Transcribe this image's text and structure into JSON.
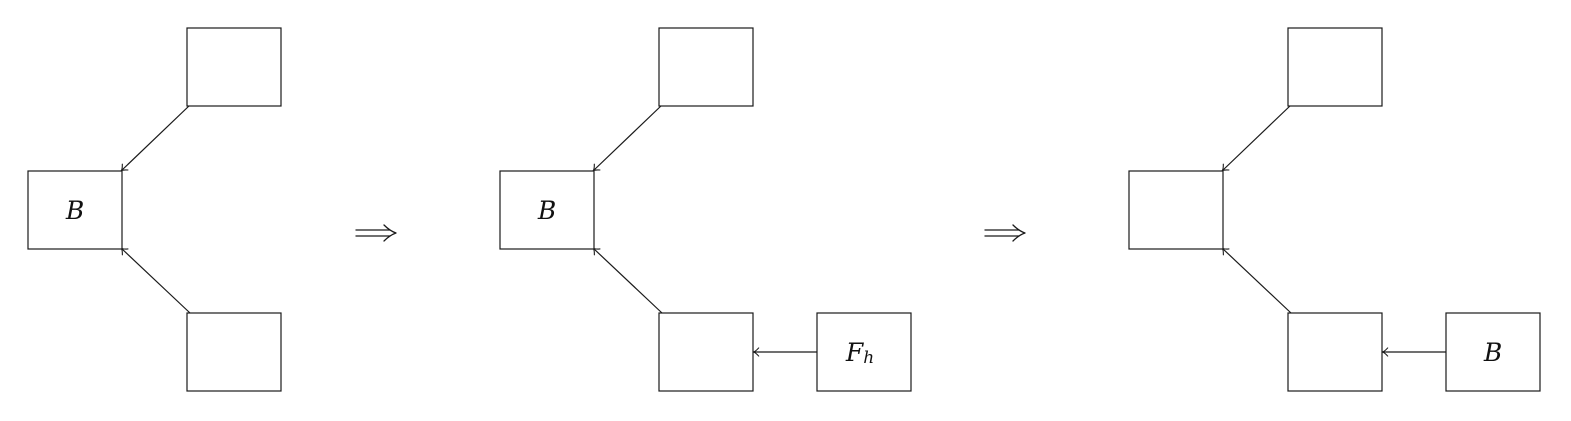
{
  "panels": [
    {
      "nodes": [
        {
          "id": "top",
          "label": ""
        },
        {
          "id": "mid",
          "label": "B"
        },
        {
          "id": "bot",
          "label": ""
        }
      ],
      "edges": [
        {
          "from": "top",
          "to": "mid"
        },
        {
          "from": "bot",
          "to": "mid"
        }
      ]
    },
    {
      "nodes": [
        {
          "id": "top",
          "label": ""
        },
        {
          "id": "mid",
          "label": "B"
        },
        {
          "id": "bot",
          "label": ""
        },
        {
          "id": "side",
          "label": "F",
          "sub": "h"
        }
      ],
      "edges": [
        {
          "from": "top",
          "to": "mid"
        },
        {
          "from": "bot",
          "to": "mid"
        },
        {
          "from": "side",
          "to": "bot"
        }
      ]
    },
    {
      "nodes": [
        {
          "id": "top",
          "label": ""
        },
        {
          "id": "mid",
          "label": ""
        },
        {
          "id": "bot",
          "label": ""
        },
        {
          "id": "side",
          "label": "B"
        }
      ],
      "edges": [
        {
          "from": "top",
          "to": "mid"
        },
        {
          "from": "bot",
          "to": "mid"
        },
        {
          "from": "side",
          "to": "bot"
        }
      ]
    }
  ],
  "transition_symbol": "implies"
}
